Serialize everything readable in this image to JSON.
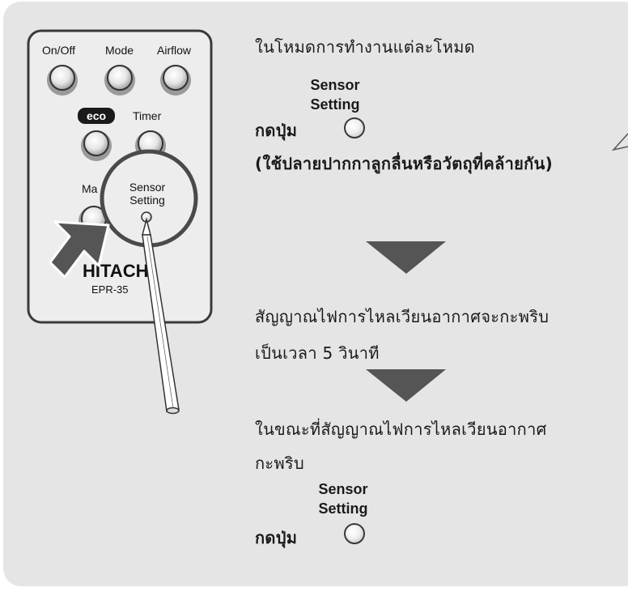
{
  "remote": {
    "buttons": {
      "on_off": "On/Off",
      "mode": "Mode",
      "airflow": "Airflow",
      "eco": "eco",
      "timer": "Timer",
      "max_partial": "Ma",
      "sensor_line1": "Sensor",
      "sensor_line2": "Setting"
    },
    "brand": "HITACH",
    "model": "EPR-35"
  },
  "steps": {
    "intro": "ในโหมดการทำงานแต่ละโหมด",
    "button_line1": "Sensor",
    "button_line2": "Setting",
    "press_label": "กดปุ่ม",
    "tool_note": "(ใช้ปลายปากกาลูกลื่นหรือวัตถุที่คล้ายกัน)",
    "result_line1": "สัญญาณไฟการไหลเวียนอากาศจะกะพริบ",
    "result_line2": "เป็นเวลา 5 วินาที",
    "while_line1": "ในขณะที่สัญญาณไฟการไหลเวียนอากาศ",
    "while_line2": "กะพริบ",
    "button2_line1": "Sensor",
    "button2_line2": "Setting",
    "press_label_2": "กดปุ่ม"
  },
  "colors": {
    "panel": "#e5e5e5",
    "arrow": "#555555",
    "remote_body": "#ededed",
    "remote_border": "#3a3a3a"
  }
}
